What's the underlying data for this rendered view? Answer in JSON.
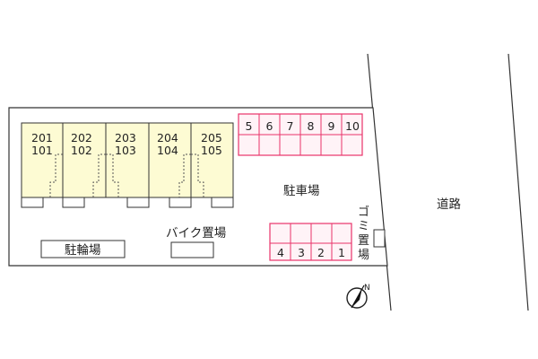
{
  "site_plan": {
    "units": [
      {
        "upper": "201",
        "lower": "101"
      },
      {
        "upper": "202",
        "lower": "102"
      },
      {
        "upper": "203",
        "lower": "103"
      },
      {
        "upper": "204",
        "lower": "104"
      },
      {
        "upper": "205",
        "lower": "105"
      }
    ],
    "parking_top": [
      "5",
      "6",
      "7",
      "8",
      "9",
      "10"
    ],
    "parking_bottom": [
      "4",
      "3",
      "2",
      "1"
    ],
    "parking_label": "駐車場",
    "road_label": "道路",
    "bicycle_label": "駐輪場",
    "bike_label": "バイク置場",
    "trash_label": [
      "ゴ",
      "ミ",
      "置",
      "場"
    ],
    "compass_letter": "N"
  },
  "colors": {
    "building_fill": "#fdfbd3",
    "parking_stroke": "#e8336a",
    "parking_fill": "#fff3f7"
  }
}
